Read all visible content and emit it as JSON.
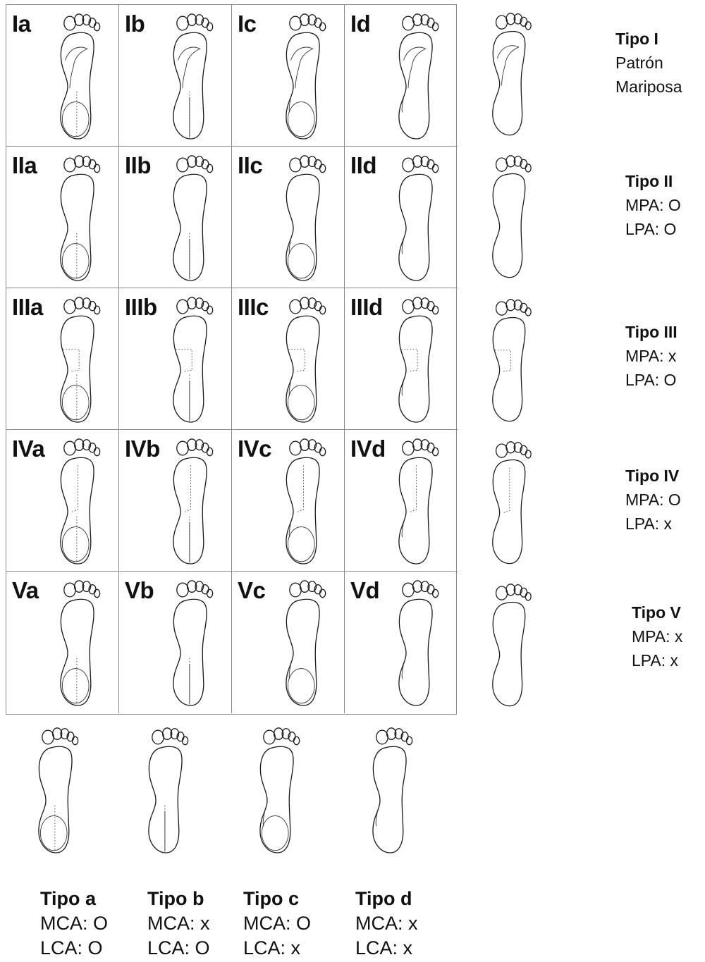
{
  "grid": {
    "rows": [
      {
        "codes": [
          "Ia",
          "Ib",
          "Ic",
          "Id"
        ]
      },
      {
        "codes": [
          "IIa",
          "IIb",
          "IIc",
          "IId"
        ]
      },
      {
        "codes": [
          "IIIa",
          "IIIb",
          "IIIc",
          "IIId"
        ]
      },
      {
        "codes": [
          "IVa",
          "IVb",
          "IVc",
          "IVd"
        ]
      },
      {
        "codes": [
          "Va",
          "Vb",
          "Vc",
          "Vd"
        ]
      }
    ]
  },
  "row_types": [
    {
      "title": "Tipo I",
      "line1": "Patrón",
      "line2": "Mariposa"
    },
    {
      "title": "Tipo II",
      "line1": "MPA: O",
      "line2": "LPA: O"
    },
    {
      "title": "Tipo III",
      "line1": "MPA: x",
      "line2": "LPA: O"
    },
    {
      "title": "Tipo IV",
      "line1": "MPA: O",
      "line2": "LPA: x"
    },
    {
      "title": "Tipo V",
      "line1": "MPA: x",
      "line2": "LPA: x"
    }
  ],
  "col_types": [
    {
      "title": "Tipo a",
      "line1": "MCA: O",
      "line2": "LCA: O"
    },
    {
      "title": "Tipo b",
      "line1": "MCA: x",
      "line2": "LCA: O"
    },
    {
      "title": "Tipo c",
      "line1": "MCA: O",
      "line2": "LCA: x"
    },
    {
      "title": "Tipo d",
      "line1": "MCA: x",
      "line2": "LCA: x"
    }
  ]
}
